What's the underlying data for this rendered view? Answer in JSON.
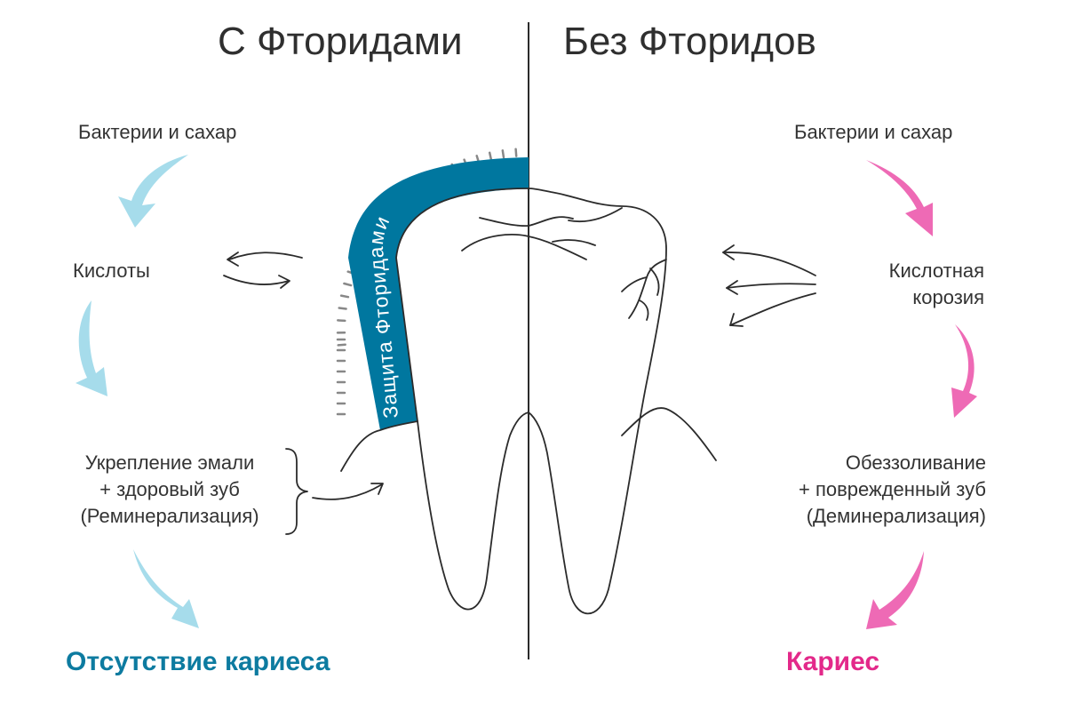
{
  "titles": {
    "left": "С Фторидами",
    "right": "Без Фторидов"
  },
  "left": {
    "step1": "Бактерии и сахар",
    "step2": "Кислоты",
    "step3_line1": "Укрепление эмали",
    "step3_line2": "+ здоровый зуб",
    "step3_line3": "(Реминерализация)",
    "outcome": "Отсутствие кариеса"
  },
  "right": {
    "step1": "Бактерии и сахар",
    "step2_line1": "Кислотная",
    "step2_line2": "корозия",
    "step3_line1": "Обеззоливание",
    "step3_line2": "+ поврежденный зуб",
    "step3_line3": "(Деминерализация)",
    "outcome": "Кариес"
  },
  "shield_label": "Защита Фторидами",
  "colors": {
    "protection": "#00779f",
    "left_arrow": "#a6dceb",
    "right_arrow": "#ee6ab5",
    "outcome_left": "#0d7ba0",
    "outcome_right": "#e3298a",
    "line": "#2b2b2b"
  }
}
